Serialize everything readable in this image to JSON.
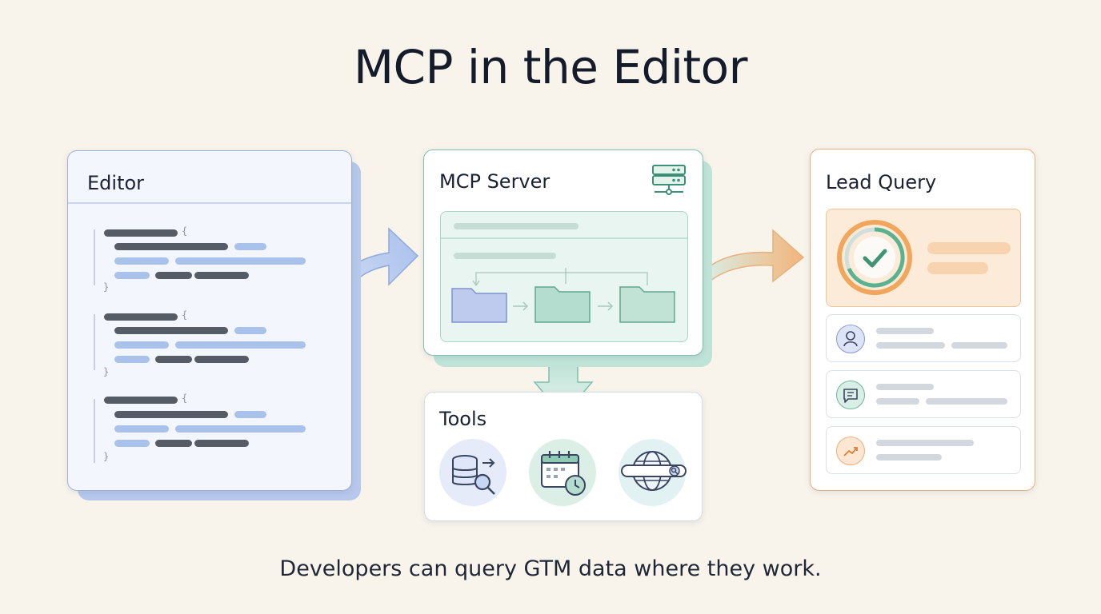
{
  "title": "MCP in the Editor",
  "caption": "Developers can query GTM data where they work.",
  "nodes": {
    "editor": {
      "label": "Editor"
    },
    "mcp_server": {
      "label": "MCP Server"
    },
    "tools": {
      "label": "Tools",
      "items": [
        "database-search-icon",
        "calendar-clock-icon",
        "globe-search-icon"
      ]
    },
    "lead_query": {
      "label": "Lead Query"
    }
  },
  "edges": [
    {
      "from": "editor",
      "to": "mcp_server"
    },
    {
      "from": "mcp_server",
      "to": "tools"
    },
    {
      "from": "mcp_server",
      "to": "lead_query"
    }
  ],
  "code_brackets": {
    "open": "{",
    "close": "}"
  },
  "colors": {
    "editor_accent": "#9fb1da",
    "mcp_accent": "#7fc0ad",
    "lead_accent": "#eab07a",
    "background": "#f8f4ec"
  }
}
